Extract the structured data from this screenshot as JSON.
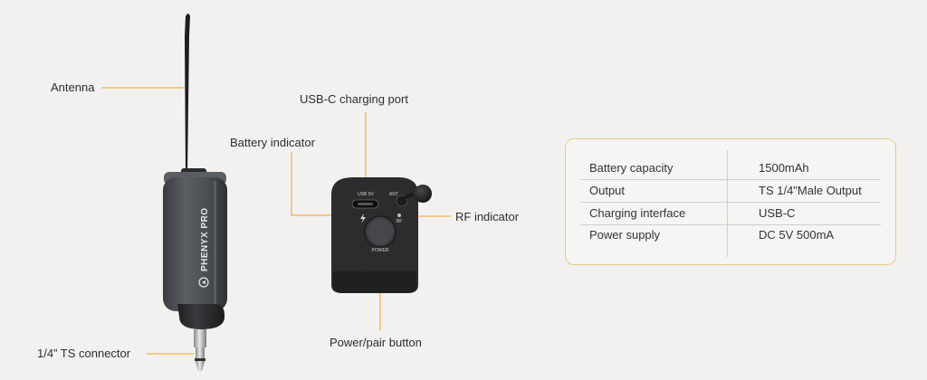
{
  "callouts": {
    "antenna": "Antenna",
    "ts_connector": "1/4” TS connector",
    "usb_port": "USB-C charging port",
    "battery_indicator": "Battery indicator",
    "rf_indicator": "RF indicator",
    "power_button": "Power/pair button"
  },
  "device": {
    "brand": "PHENYX PRO",
    "usb_label": "USB 5V",
    "ant_label": "ANT",
    "rf_label": "RF",
    "power_label": "POWER"
  },
  "colors": {
    "leader_line": "#f0a020",
    "card_border": "#e8c98c",
    "device_body": "#4a4d52",
    "device_cap": "#2a2b2d"
  },
  "specs": [
    {
      "label": "Battery capacity",
      "value": "1500mAh"
    },
    {
      "label": "Output",
      "value": "TS 1/4\"Male Output"
    },
    {
      "label": "Charging interface",
      "value": "USB-C"
    },
    {
      "label": "Power supply",
      "value": "DC 5V 500mA"
    }
  ]
}
